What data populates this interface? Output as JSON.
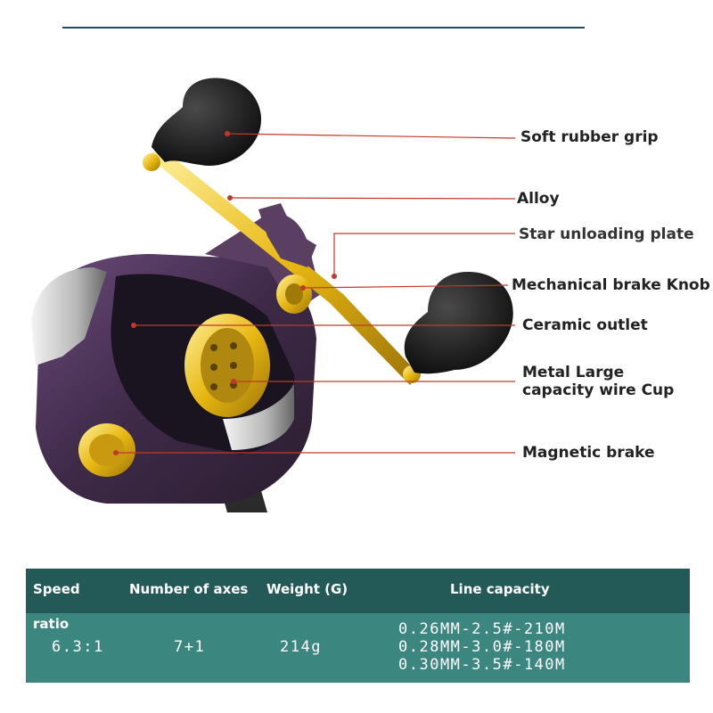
{
  "labels": {
    "grip": "Soft rubber grip",
    "alloy": "Alloy",
    "star_plate": "Star unloading plate",
    "brake_knob": "Mechanical brake Knob",
    "ceramic_outlet": "Ceramic outlet",
    "wire_cup_line1": "Metal Large",
    "wire_cup_line2": "capacity wire Cup",
    "magnetic_brake": "Magnetic brake"
  },
  "colors": {
    "header_band": "#235a58",
    "body_band": "#3c8680",
    "leader_line": "#c0392b",
    "reel_body": "#4a2d4a",
    "gold_accent": "#e8b812",
    "grip_black": "#1a1a1a"
  },
  "spec_table": {
    "headers": {
      "speed": "Speed",
      "speed_sub": "ratio",
      "axes": "Number of axes",
      "weight": "Weight (G)",
      "capacity": "Line capacity"
    },
    "values": {
      "speed": "6.3:1",
      "axes": "7+1",
      "weight": "214g",
      "capacity": [
        "0.26MM-2.5#-210M",
        "0.28MM-3.0#-180M",
        "0.30MM-3.5#-140M"
      ]
    }
  }
}
